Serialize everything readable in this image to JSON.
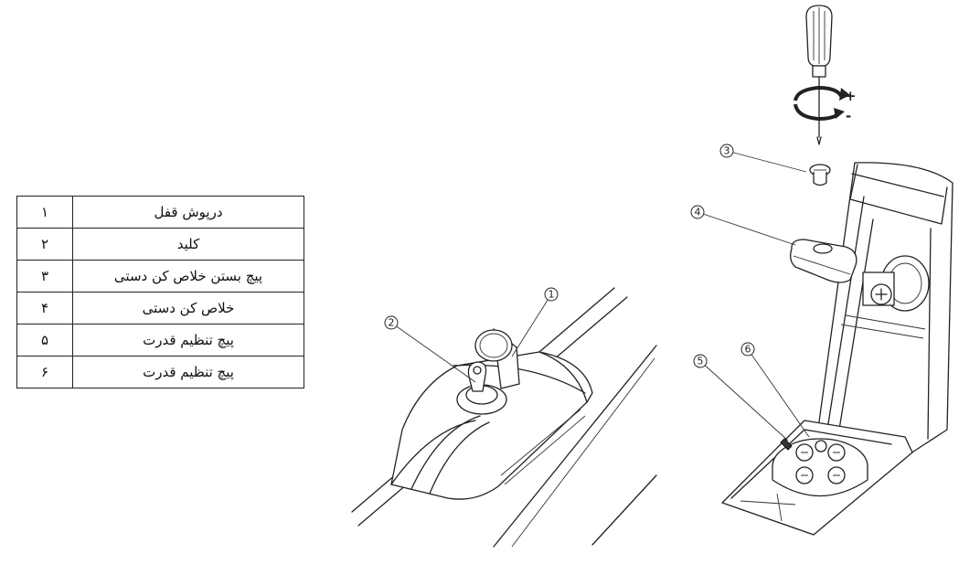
{
  "legend": {
    "rows": [
      {
        "num": "۱",
        "label": "درپوش قفل"
      },
      {
        "num": "۲",
        "label": "کلید"
      },
      {
        "num": "۳",
        "label": "پیچ بستن خلاص کن دستی"
      },
      {
        "num": "۴",
        "label": "خلاص کن دستی"
      },
      {
        "num": "۵",
        "label": "پیچ تنظیم قدرت"
      },
      {
        "num": "۶",
        "label": "پیچ تنظیم قدرت"
      }
    ]
  },
  "callouts": {
    "c1": "1",
    "c2": "2",
    "c3": "3",
    "c4": "4",
    "c5": "5",
    "c6": "6"
  },
  "rotation": {
    "plus": "+",
    "minus": "-"
  }
}
